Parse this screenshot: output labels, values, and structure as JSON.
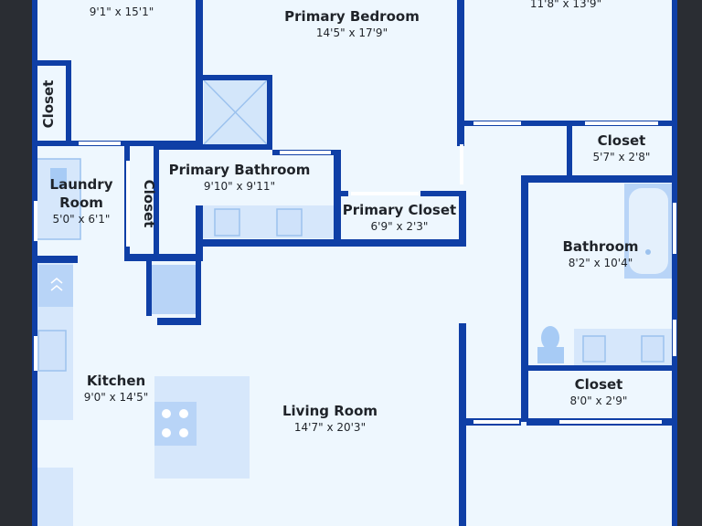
{
  "floorplan": {
    "rooms": [
      {
        "id": "top-left-room",
        "name": "",
        "dims": "9'1\" x 15'1\""
      },
      {
        "id": "primary-bedroom",
        "name": "Primary Bedroom",
        "dims": "14'5\" x 17'9\""
      },
      {
        "id": "top-right-room",
        "name": "",
        "dims": "11'8\" x 13'9\""
      },
      {
        "id": "closet-left",
        "name": "Closet",
        "dims": ""
      },
      {
        "id": "laundry-room",
        "name": "Laundry Room",
        "dims": "5'0\" x 6'1\""
      },
      {
        "id": "closet-middle",
        "name": "Closet",
        "dims": ""
      },
      {
        "id": "primary-bathroom",
        "name": "Primary Bathroom",
        "dims": "9'10\" x 9'11\""
      },
      {
        "id": "primary-closet",
        "name": "Primary Closet",
        "dims": "6'9\" x 2'3\""
      },
      {
        "id": "closet-upper-right",
        "name": "Closet",
        "dims": "5'7\" x 2'8\""
      },
      {
        "id": "bathroom",
        "name": "Bathroom",
        "dims": "8'2\" x 10'4\""
      },
      {
        "id": "closet-lower-right",
        "name": "Closet",
        "dims": "8'0\" x 2'9\""
      },
      {
        "id": "kitchen",
        "name": "Kitchen",
        "dims": "9'0\" x 14'5\""
      },
      {
        "id": "living-room",
        "name": "Living Room",
        "dims": "14'7\" x 20'3\""
      }
    ]
  },
  "colors": {
    "background": "#2a2d33",
    "floor": "#eef7fe",
    "wall": "#0f3fa6",
    "fixture": "#a7cbf5",
    "fixture_light": "#d6e7fb",
    "window": "#ffffff"
  }
}
